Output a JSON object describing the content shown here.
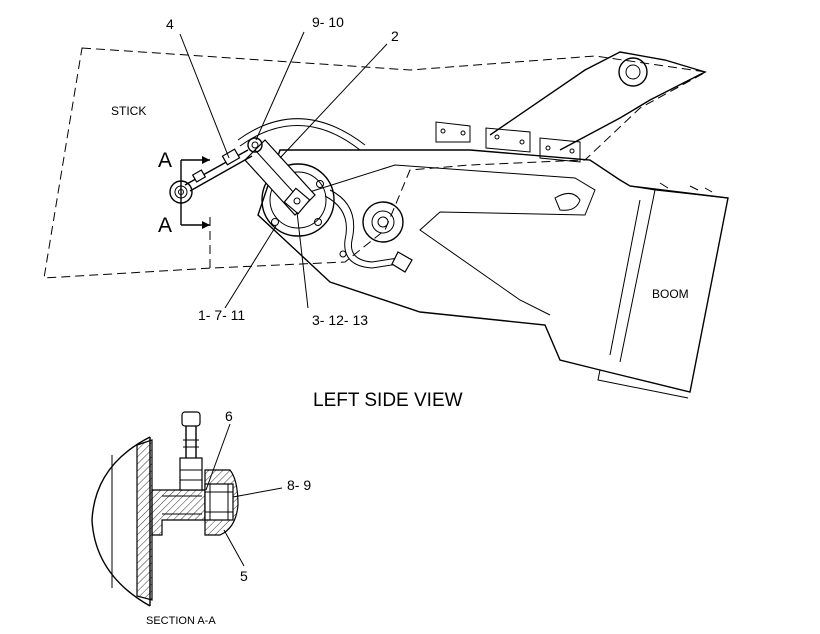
{
  "diagram": {
    "view_title": "LEFT SIDE VIEW",
    "section_title": "SECTION A-A",
    "section_marker": "A",
    "component_labels": {
      "stick": "STICK",
      "boom": "BOOM"
    },
    "callouts": {
      "c4": "4",
      "c9_10": "9- 10",
      "c2": "2",
      "c1_7_11": "1- 7- 11",
      "c3_12_13": "3- 12- 13",
      "c6": "6",
      "c8_9": "8- 9",
      "c5": "5"
    }
  }
}
